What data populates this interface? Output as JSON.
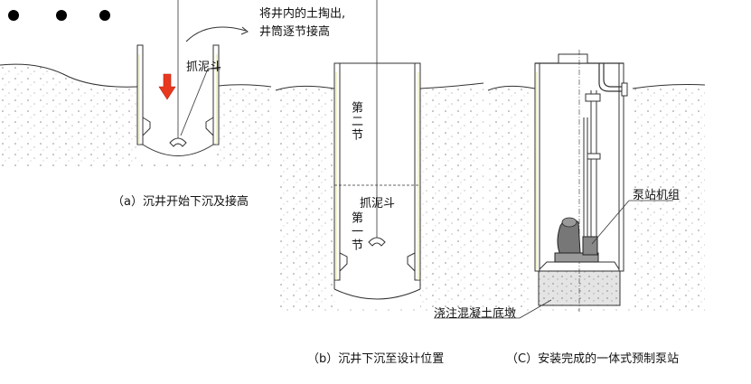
{
  "panel_a": {
    "note_line1": "将井内的土掏出,",
    "note_line2": "井筒逐节接高",
    "grab_label": "抓泥斗",
    "caption": "（a）沉井开始下沉及接高"
  },
  "panel_b": {
    "section2_label": "第二节",
    "section1_label": "第一节",
    "grab_label": "抓泥斗",
    "caption": "（b）沉井下沉至设计位置"
  },
  "panel_c": {
    "pump_label": "泵站机组",
    "base_label": "浇注混凝土底墩",
    "caption": "（C）安装完成的一体式预制泵站"
  },
  "colors": {
    "arrow": "#e8391e",
    "soil_fill": "#f2f2f2",
    "concrete": "#e6e6e6",
    "accent_line": "#e7e79a"
  }
}
